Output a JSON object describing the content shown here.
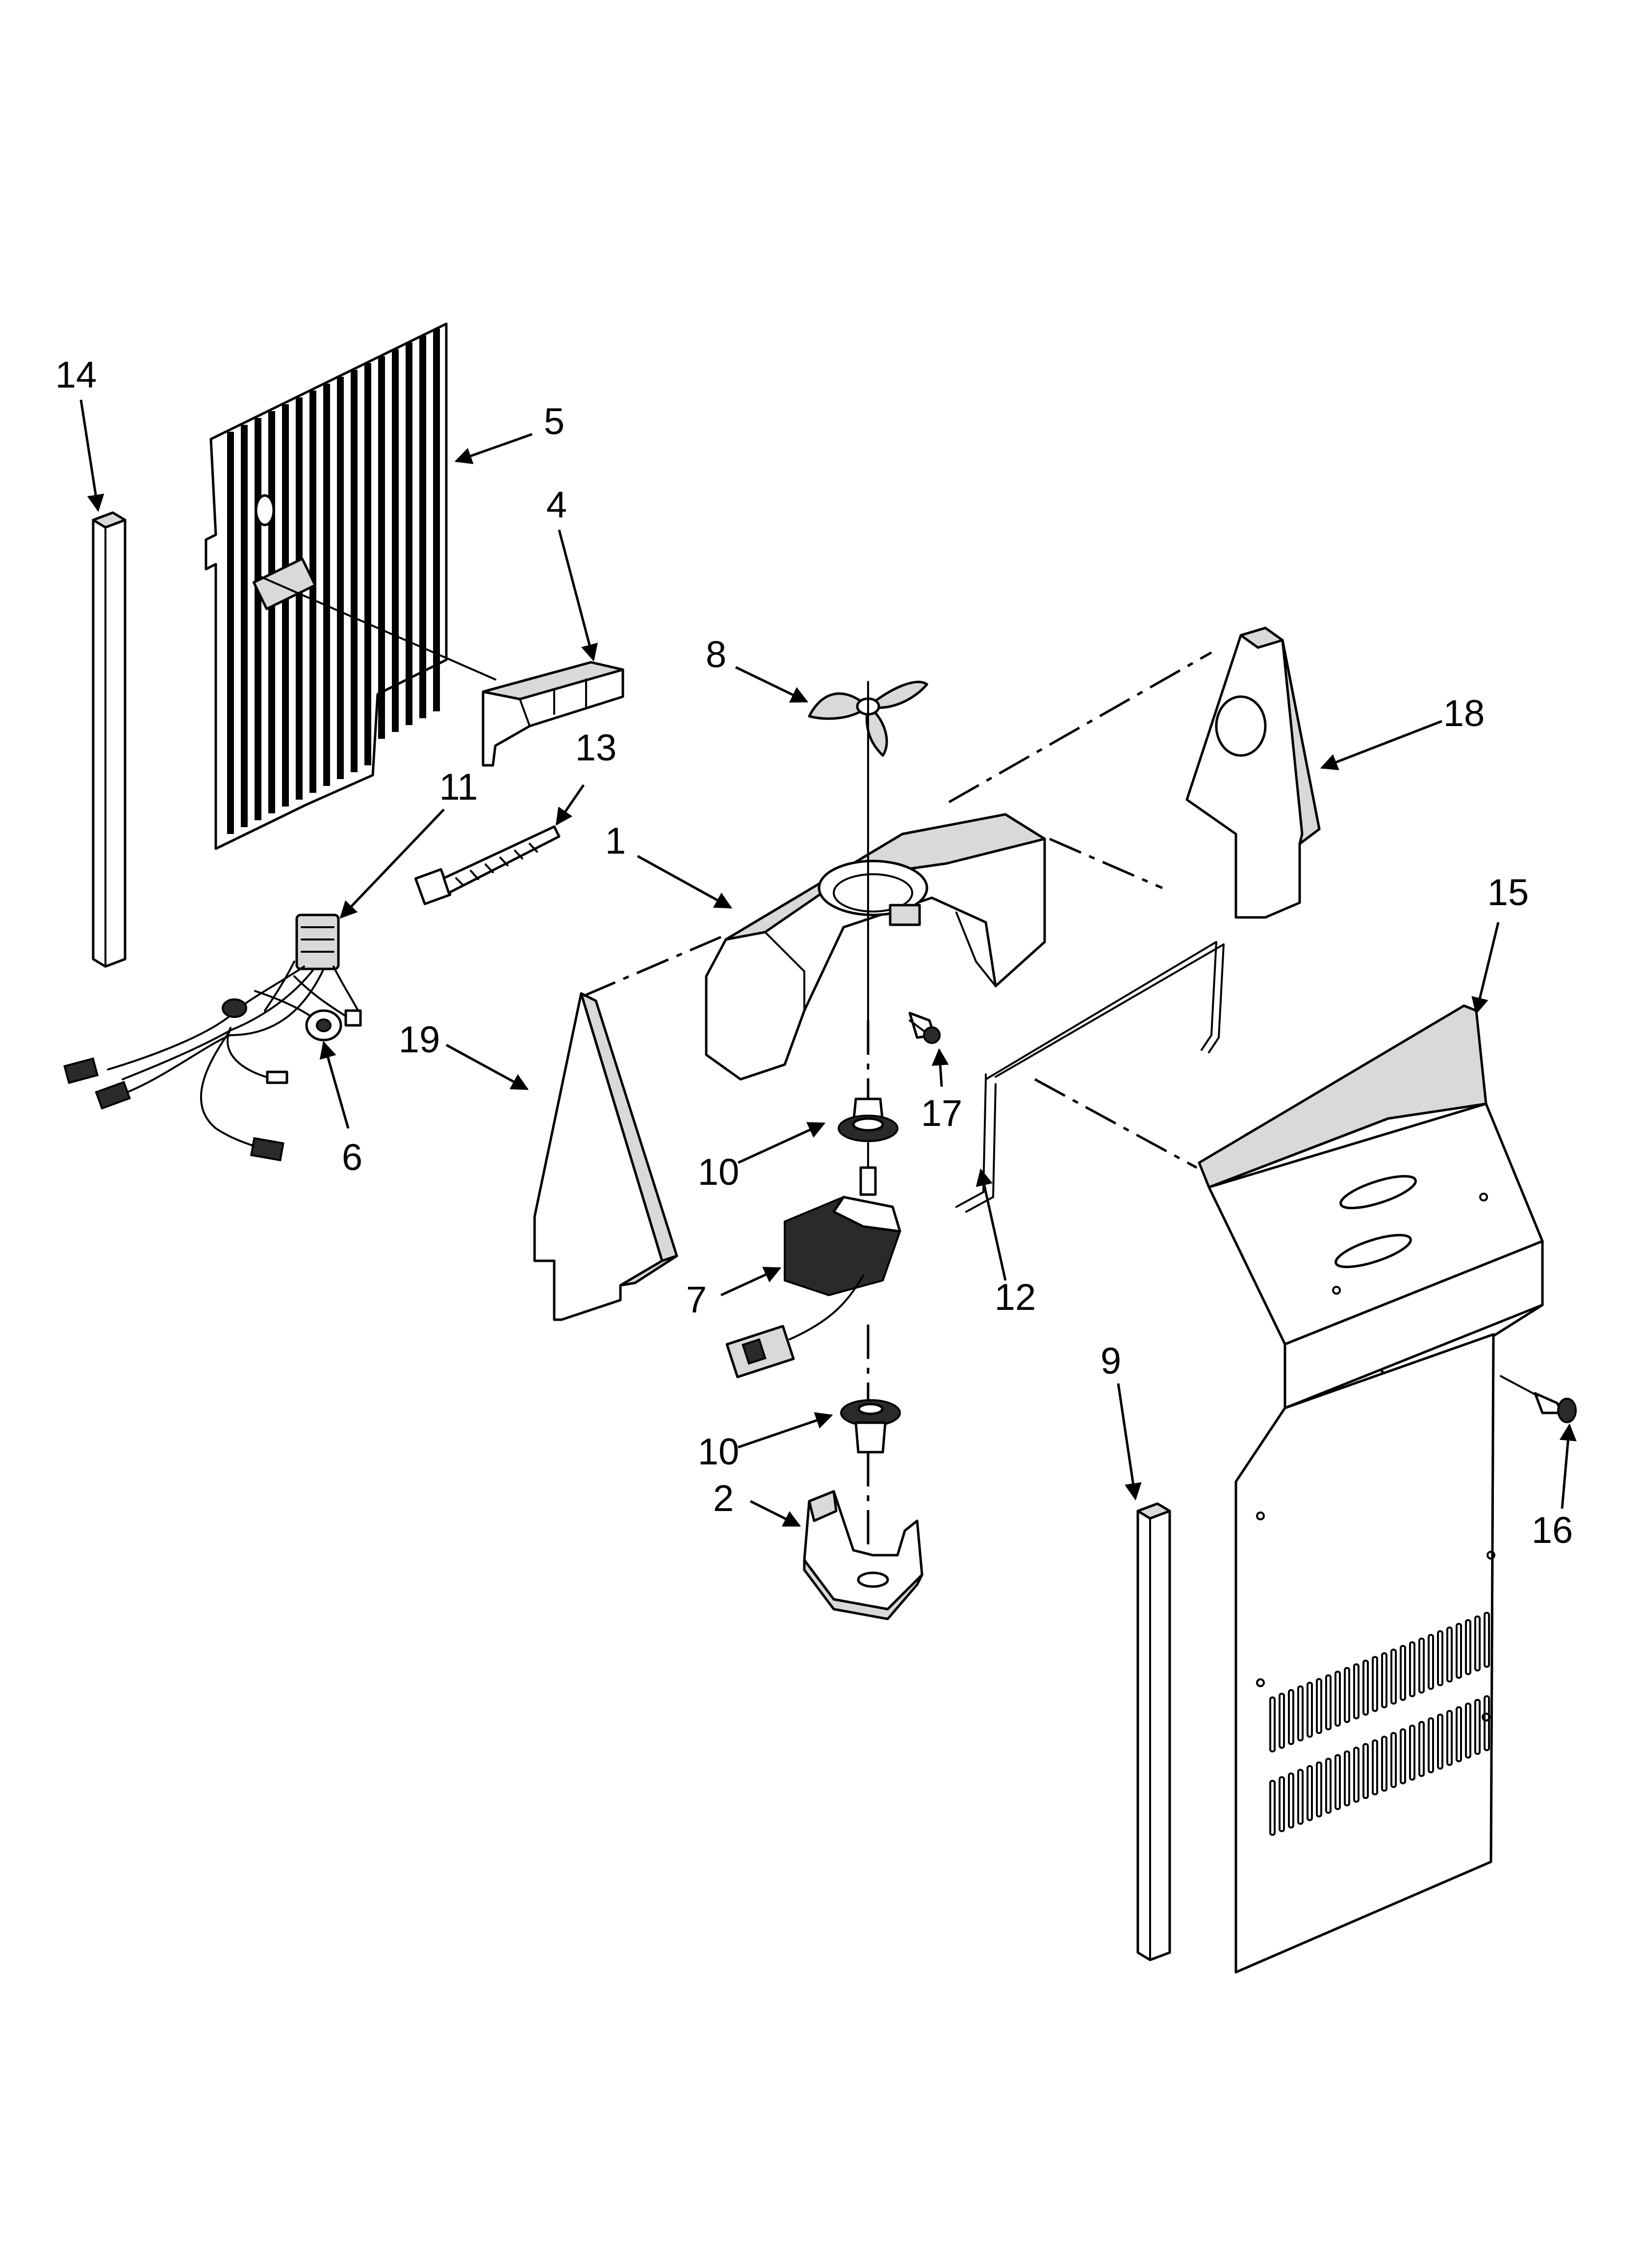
{
  "callouts": {
    "c1": "1",
    "c2": "2",
    "c4": "4",
    "c5": "5",
    "c6": "6",
    "c7": "7",
    "c8": "8",
    "c9": "9",
    "c10a": "10",
    "c10b": "10",
    "c11": "11",
    "c12": "12",
    "c13": "13",
    "c14": "14",
    "c15": "15",
    "c16": "16",
    "c17": "17",
    "c18": "18",
    "c19": "19"
  },
  "colors": {
    "line": "#000000",
    "background": "#ffffff",
    "shade": "#d9d9d9"
  }
}
